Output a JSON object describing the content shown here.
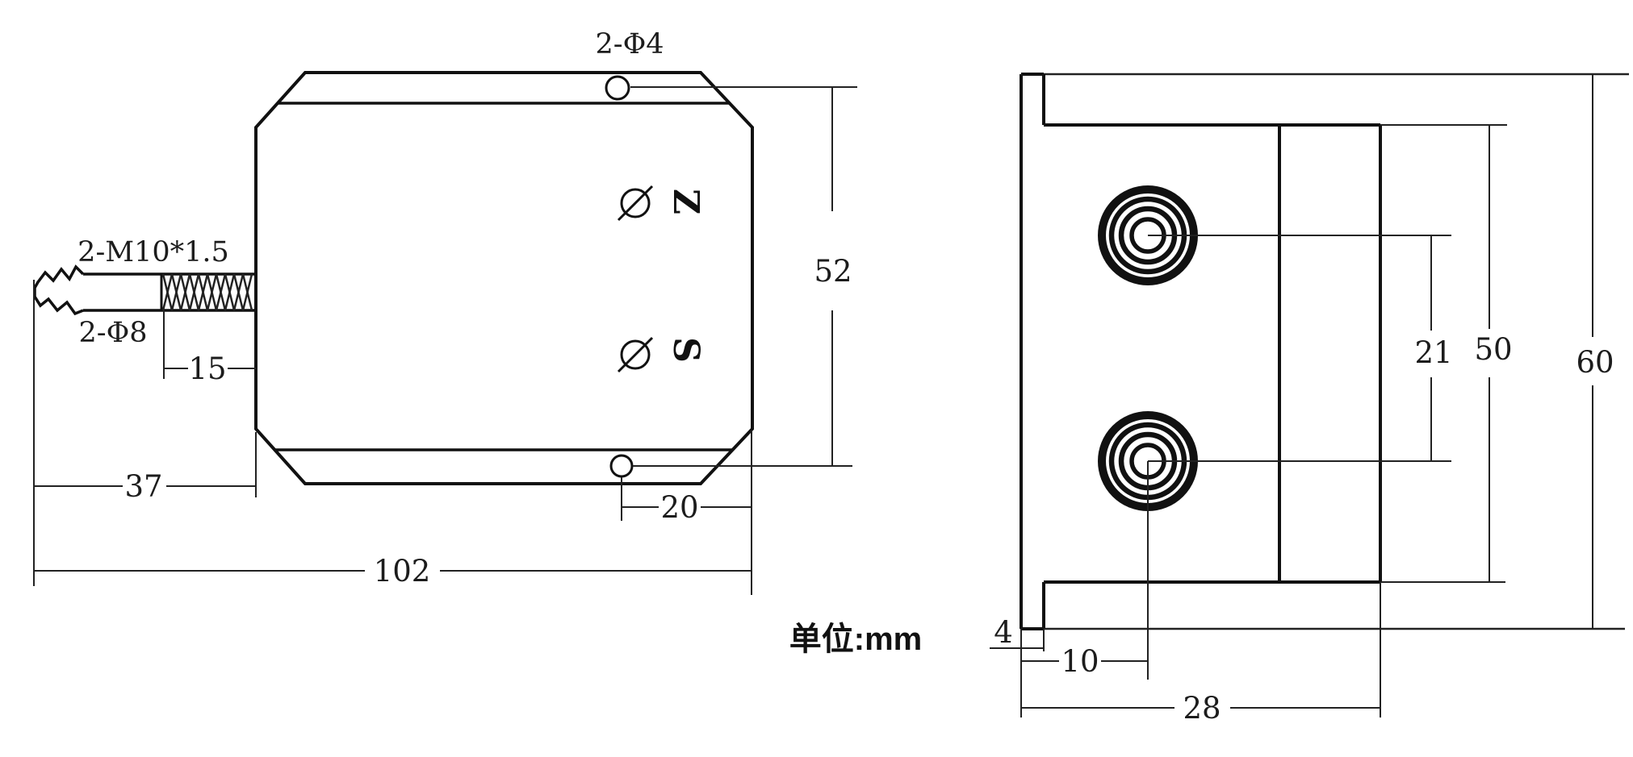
{
  "drawing": {
    "unit_note": "单位:mm",
    "front": {
      "label_top_holes": "2-Φ4",
      "label_thread": "2-M10*1.5",
      "label_tip": "2-Φ8",
      "terminal_top": "Z",
      "terminal_bottom": "S",
      "dim_thread_len": "15",
      "dim_stud_len": "37",
      "dim_total_len": "102",
      "dim_hole_inset": "20",
      "dim_hole_pitch": "52"
    },
    "side": {
      "dim_plate_thickness": "4",
      "dim_conn_inset": "10",
      "dim_depth": "28",
      "dim_conn_pitch": "21",
      "dim_body_height": "50",
      "dim_total_height": "60"
    }
  }
}
